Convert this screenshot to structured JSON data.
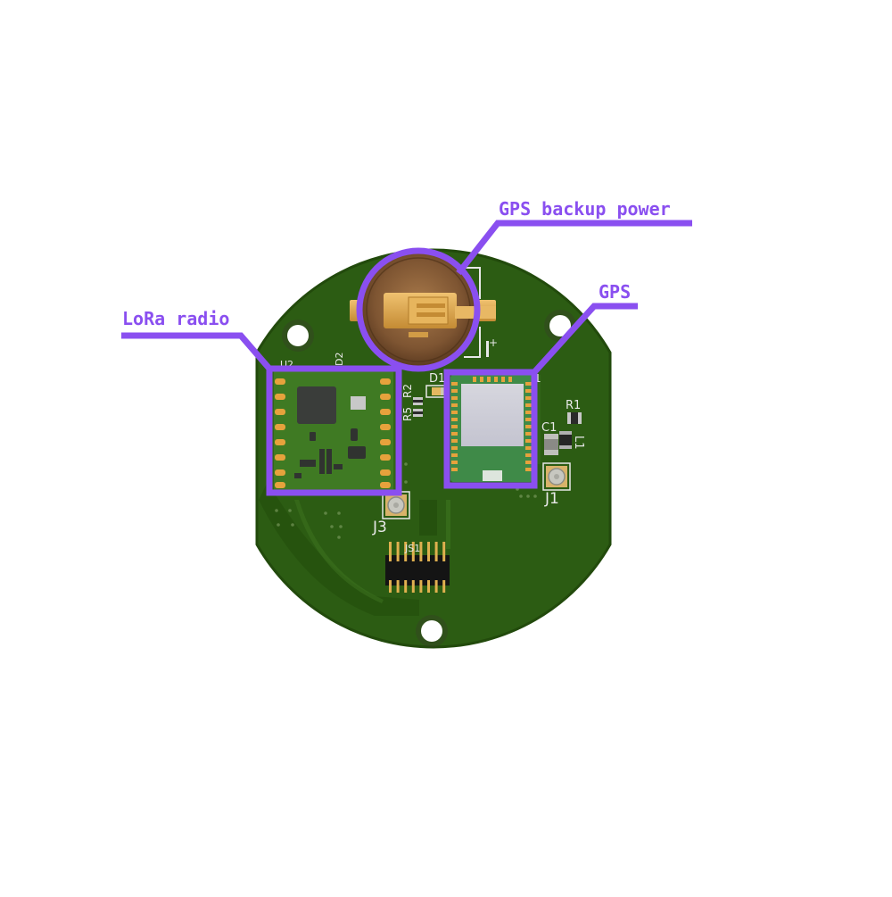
{
  "colors": {
    "background": "#ffffff",
    "accent": "#8a4ff0",
    "pcb": "#2b5a12",
    "pcb_dark": "#1f440b",
    "silkscreen": "#e8e8e8",
    "gold": "#d9a648"
  },
  "callouts": {
    "gps_backup": "GPS backup power",
    "gps": "GPS",
    "lora": "LoRa radio"
  },
  "silkscreen": {
    "u2": "U2",
    "d2": "D2",
    "d1": "D1",
    "r2": "R2",
    "r5": "R5",
    "r1": "R1",
    "c1": "C1",
    "l1": "L1",
    "j1": "J1",
    "j3": "J3",
    "js1": "JS1",
    "u1": "1",
    "plus": "+"
  }
}
